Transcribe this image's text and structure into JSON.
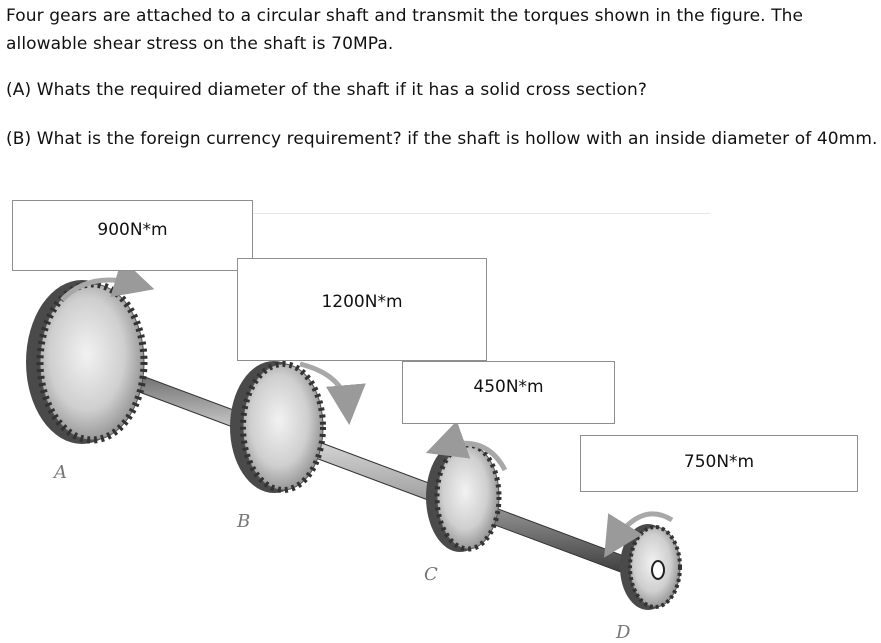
{
  "question": {
    "intro": "Four gears are attached to a circular shaft and transmit the torques shown in the figure. The allowable shear stress on the shaft is 70MPa.",
    "part_a": "(A) Whats the required diameter of the shaft if it has a solid cross section?",
    "part_b": "(B) What is the foreign currency requirement? if the shaft is hollow with an inside diameter of 40mm."
  },
  "figure": {
    "gear_labels": [
      "A",
      "B",
      "C",
      "D"
    ],
    "torques": {
      "a": "900N*m",
      "b": "1200N*m",
      "c": "450N*m",
      "d": "750N*m"
    }
  }
}
